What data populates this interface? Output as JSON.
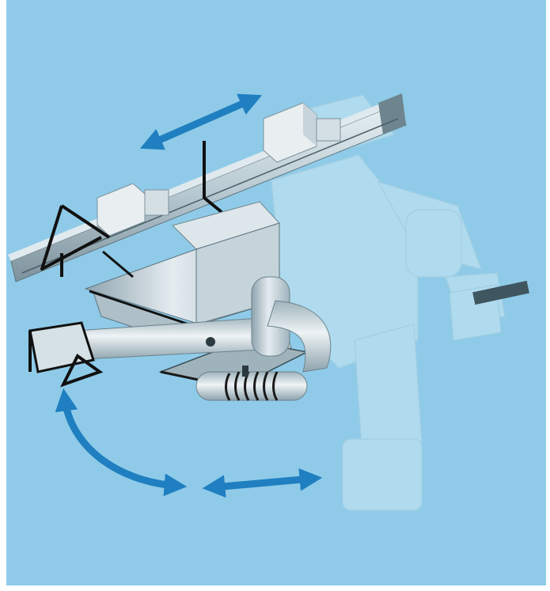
{
  "colors": {
    "background": "#8fcbe8",
    "border": "#ffffff",
    "arrow": "#1f7fc0",
    "ghost_fill": "#b4dcee",
    "ghost_stroke": "#a5cfe3",
    "rail_fill": "#b8cdd6",
    "rail_top": "#dfe9ee",
    "rail_dark": "#3a4a52",
    "box_light": "#e9eef1",
    "box_mid": "#c7d4db",
    "box_dark": "#8ea3ad",
    "hood_face": "#aebfc8",
    "bracket": "#111111",
    "coil": "#1a1a1a"
  },
  "icons": {
    "arrow_top": "double-arrow-horizontal",
    "arrow_bottom": "double-arrow-horizontal",
    "arrow_curved": "curved-rotation-arrow"
  }
}
